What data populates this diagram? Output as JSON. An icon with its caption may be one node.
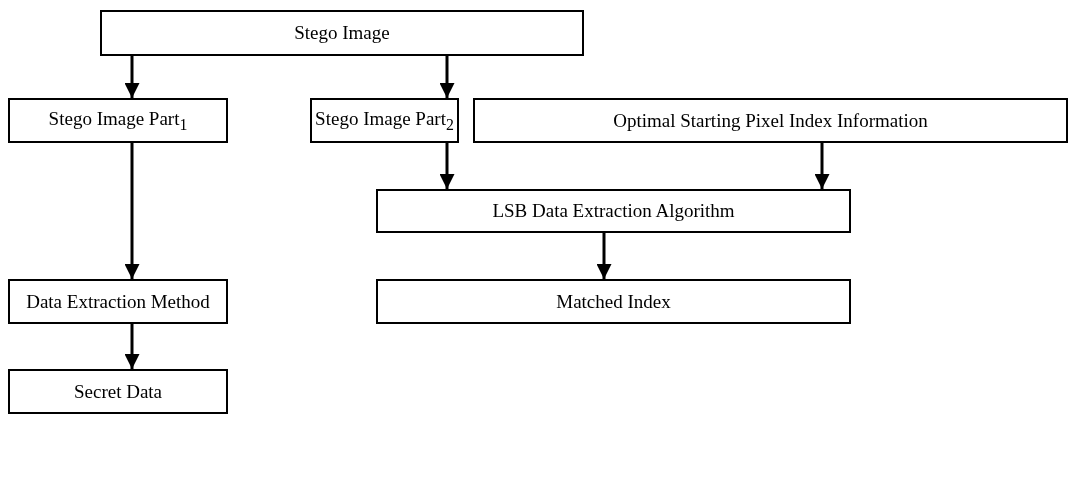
{
  "diagram": {
    "nodes": [
      {
        "text": [
          "Stego Image"
        ]
      },
      {
        "text": [
          "Stego Image Part$_{1}$"
        ]
      },
      {
        "text": [
          "Stego Image Part$_{2}$"
        ]
      },
      {
        "text": [
          "Optimal Starting Pixel Index Information"
        ]
      },
      {
        "text": [
          "LSB Data Extraction Algorithm"
        ]
      },
      {
        "text": [
          "Matched Index"
        ]
      },
      {
        "text": [
          "Data Extraction Method"
        ]
      },
      {
        "text": [
          "Secret Data"
        ]
      }
    ],
    "edges": [
      {
        "from": 0,
        "to": 1,
        "arrow": "to"
      },
      {
        "from": 0,
        "to": 2,
        "arrow": "to"
      },
      {
        "from": 1,
        "to": 6,
        "arrow": "to"
      },
      {
        "from": 2,
        "to": 4,
        "arrow": "to"
      },
      {
        "from": 3,
        "to": 4,
        "arrow": "to"
      },
      {
        "from": 4,
        "to": 5,
        "arrow": "to"
      },
      {
        "from": 6,
        "to": 7,
        "arrow": "to"
      }
    ]
  }
}
